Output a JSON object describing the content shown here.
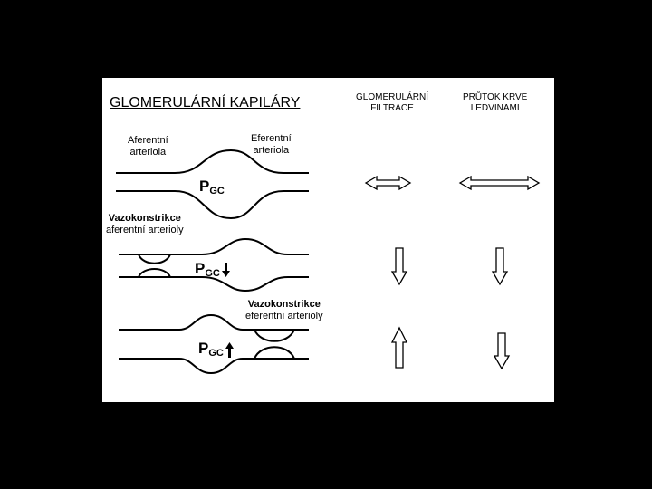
{
  "title": "GLOMERULÁRNÍ KAPILÁRY",
  "columns": {
    "filtration": [
      "GLOMERULÁRNÍ",
      "FILTRACE"
    ],
    "blood_flow": [
      "PRŮTOK KRVE",
      "LEDVINAMI"
    ]
  },
  "labels": {
    "afferent": [
      "Aferentní",
      "arteriola"
    ],
    "efferent": [
      "Eferentní",
      "arteriola"
    ],
    "vaso_aff_title": "Vazokonstrikce",
    "vaso_aff_sub": "aferentní arterioly",
    "vaso_eff_title": "Vazokonstrikce",
    "vaso_eff_sub": "eferentní arterioly"
  },
  "pgc": {
    "main": "P",
    "sub": "GC"
  },
  "rows": [
    {
      "case": "normal",
      "pgc_arrow": "none",
      "filtration": "unchanged-double-arrow",
      "blood_flow": "unchanged-double-arrow"
    },
    {
      "case": "afferent-vasoconstriction",
      "pgc_arrow": "down",
      "filtration": "decrease-down-arrow",
      "blood_flow": "decrease-down-arrow"
    },
    {
      "case": "efferent-vasoconstriction",
      "pgc_arrow": "up",
      "filtration": "increase-up-arrow",
      "blood_flow": "decrease-down-arrow"
    }
  ],
  "colors": {
    "background": "#000000",
    "panel": "#ffffff",
    "ink": "#000000"
  }
}
